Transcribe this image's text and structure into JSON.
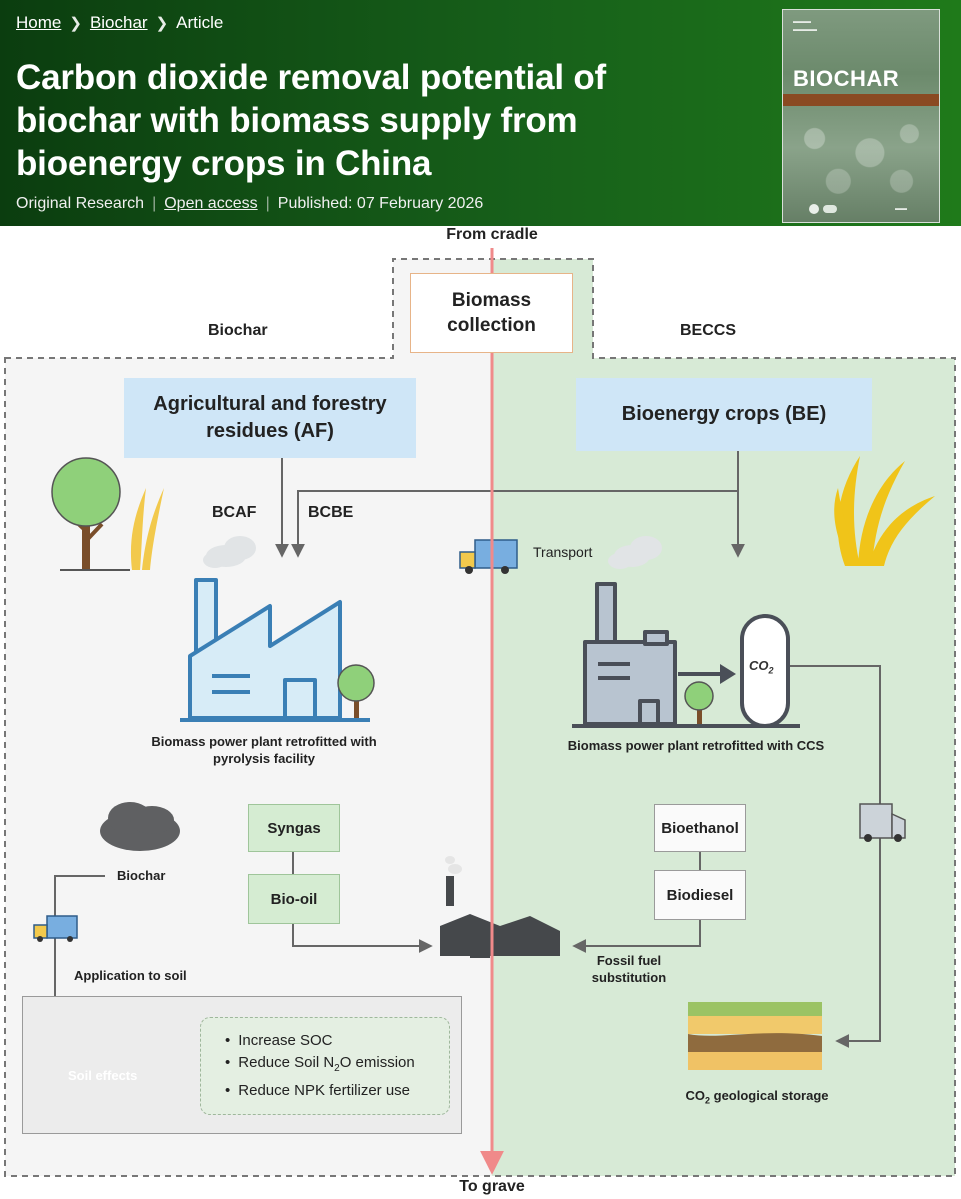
{
  "breadcrumb": {
    "items": [
      "Home",
      "Biochar",
      "Article"
    ]
  },
  "article": {
    "title": "Carbon dioxide removal potential of biochar with biomass supply from bioenergy crops in China",
    "type": "Original Research",
    "access": "Open access",
    "published": "Published: 07 February 2026"
  },
  "cover": {
    "journal": "BIOCHAR"
  },
  "diagram": {
    "from_label": "From cradle",
    "to_label": "To grave",
    "left_zone": "Biochar",
    "right_zone": "BECCS",
    "biomass_collection": "Biomass collection",
    "af_box": "Agricultural and forestry residues (AF)",
    "be_box": "Bioenergy crops (BE)",
    "bcaf": "BCAF",
    "bcbe": "BCBE",
    "transport": "Transport",
    "left_plant": "Biomass power plant retrofitted with pyrolysis facility",
    "right_plant": "Biomass power plant retrofitted with CCS",
    "co2_label": "CO",
    "co2_sub": "2",
    "syngas": "Syngas",
    "biooil": "Bio-oil",
    "bioethanol": "Bioethanol",
    "biodiesel": "Biodiesel",
    "biochar_label": "Biochar",
    "application": "Application to soil",
    "fossil": "Fossil fuel substitution",
    "soil_effects": "Soil effects",
    "effects": [
      "Increase SOC",
      "Reduce Soil N",
      "Reduce NPK fertilizer use"
    ],
    "effects_sub": "2",
    "effects_tail": "O emission",
    "geo_storage_prefix": "CO",
    "geo_storage_sub": "2",
    "geo_storage_tail": " geological storage"
  }
}
